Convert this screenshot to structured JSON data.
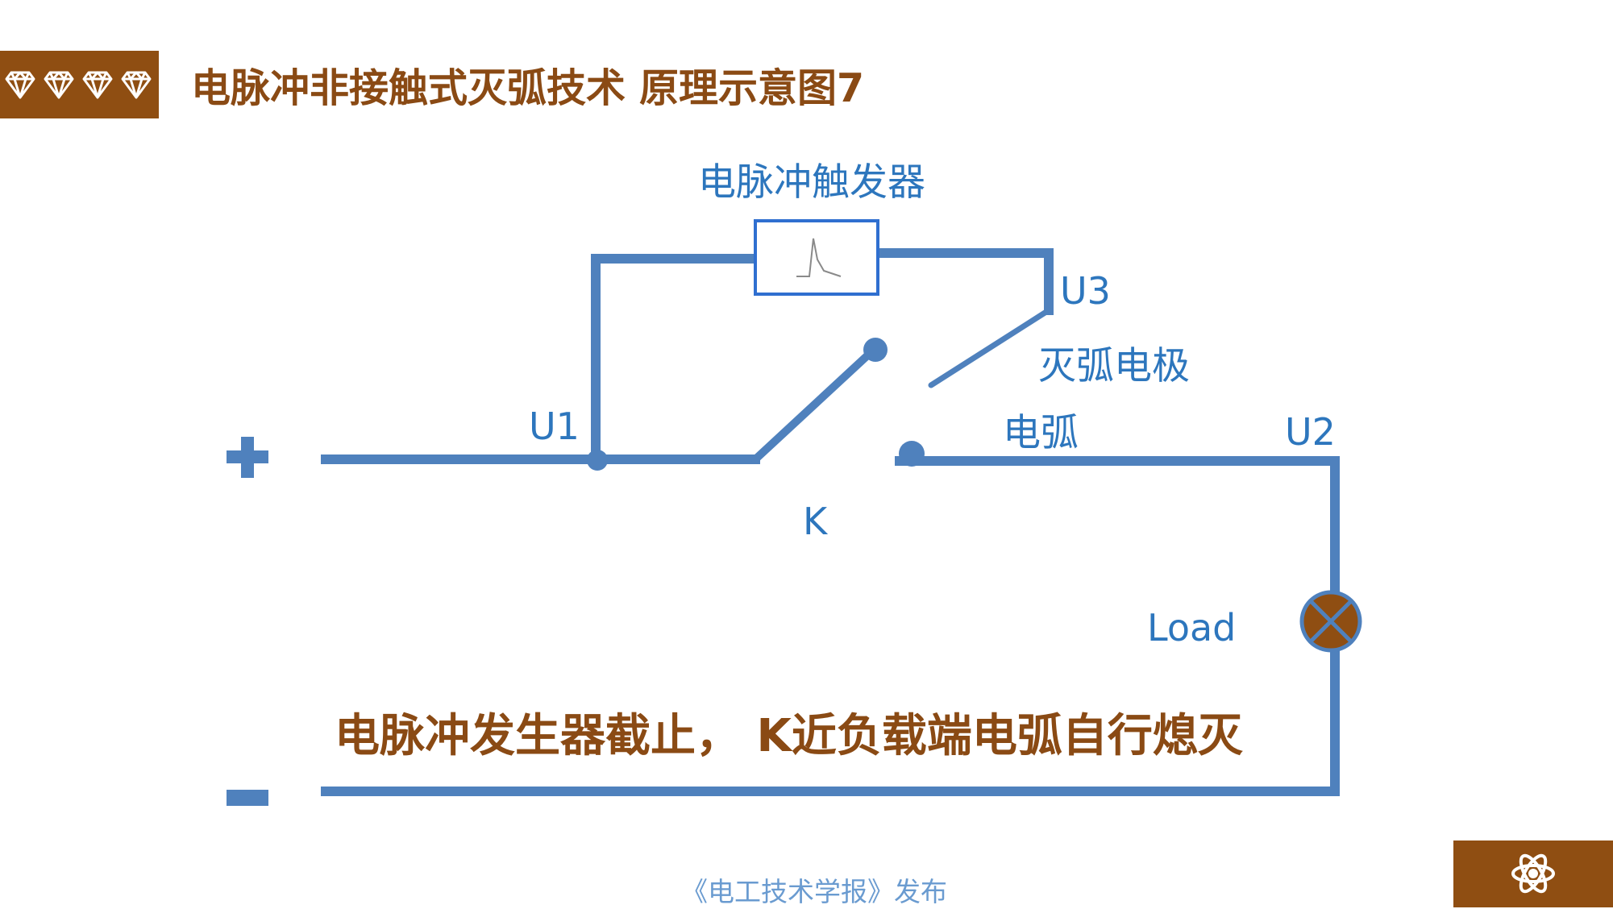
{
  "title": "电脉冲非接触式灭弧技术  原理示意图7",
  "diagram": {
    "trigger_label": "电脉冲触发器",
    "u3_label": "U3",
    "electrode_label": "灭弧电极",
    "u1_label": "U1",
    "arc_label": "电弧",
    "u2_label": "U2",
    "switch_label": "K",
    "load_label": "Load",
    "plus_symbol": "+",
    "minus_symbol": "−"
  },
  "caption": "电脉冲发生器截止， K近负载端电弧自行熄灭",
  "footer": "《电工技术学报》发布",
  "colors": {
    "wire": "#4f81bd",
    "label_blue": "#2d76bd",
    "brown": "#8f4e12",
    "title_brown": "#8a4a14",
    "footer_blue": "#6a9bd0"
  },
  "icons": {
    "header": "diamond-icon",
    "corner": "atom-icon",
    "load": "lamp-icon"
  }
}
